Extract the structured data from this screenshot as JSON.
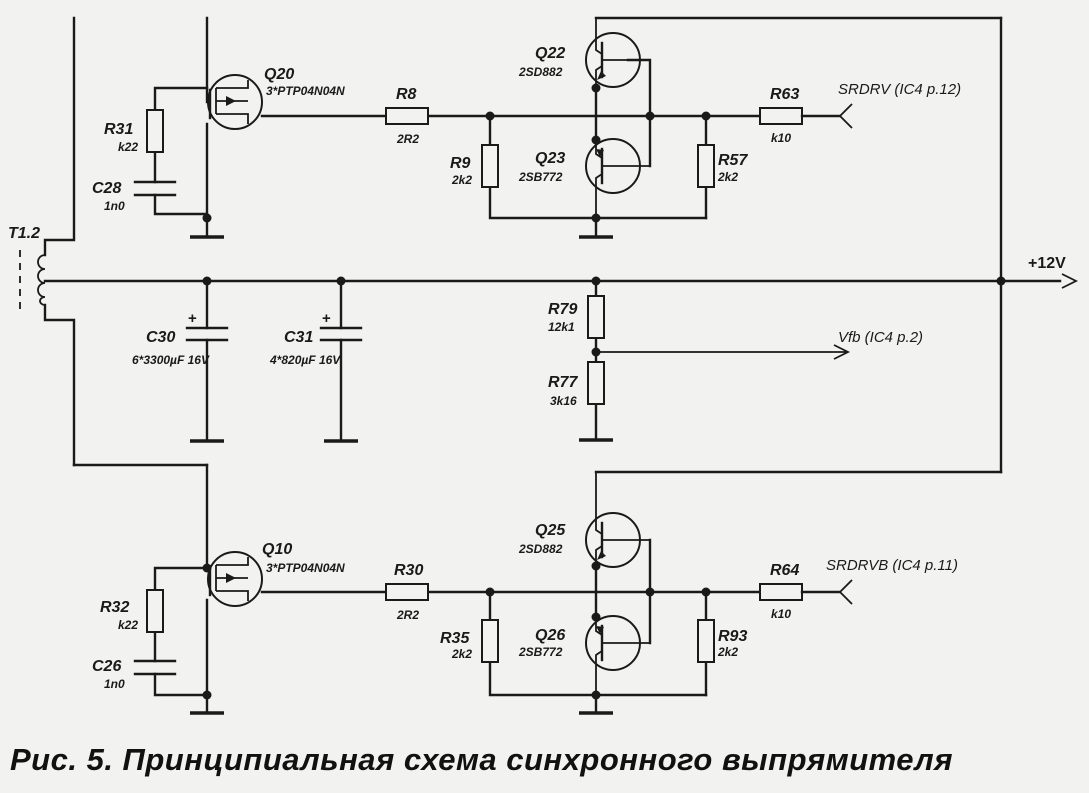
{
  "caption": "Рис. 5. Принципиальная схема синхронного выпрямителя",
  "transformer": {
    "ref": "T1.2"
  },
  "rail_label": "+12V",
  "top": {
    "mosfet": {
      "ref": "Q20",
      "part": "3*PTP04N04N"
    },
    "gate_r": {
      "ref": "R31",
      "value": "k22"
    },
    "gate_c": {
      "ref": "C28",
      "value": "1n0"
    },
    "series_r": {
      "ref": "R8",
      "value": "2R2"
    },
    "pull_r_left": {
      "ref": "R9",
      "value": "2k2"
    },
    "npn": {
      "ref": "Q22",
      "part": "2SD882"
    },
    "pnp": {
      "ref": "Q23",
      "part": "2SB772"
    },
    "pull_r_right": {
      "ref": "R57",
      "value": "2k2"
    },
    "input_r": {
      "ref": "R63",
      "value": "k10"
    },
    "signal": "SRDRV (IC4 p.12)"
  },
  "bottom": {
    "mosfet": {
      "ref": "Q10",
      "part": "3*PTP04N04N"
    },
    "gate_r": {
      "ref": "R32",
      "value": "k22"
    },
    "gate_c": {
      "ref": "C26",
      "value": "1n0"
    },
    "series_r": {
      "ref": "R30",
      "value": "2R2"
    },
    "pull_r_left": {
      "ref": "R35",
      "value": "2k2"
    },
    "npn": {
      "ref": "Q25",
      "part": "2SD882"
    },
    "pnp": {
      "ref": "Q26",
      "part": "2SB772"
    },
    "pull_r_right": {
      "ref": "R93",
      "value": "2k2"
    },
    "input_r": {
      "ref": "R64",
      "value": "k10"
    },
    "signal": "SRDRVB (IC4 p.11)"
  },
  "filter": {
    "c1": {
      "ref": "C30",
      "value": "6*3300µF 16V"
    },
    "c2": {
      "ref": "C31",
      "value": "4*820µF 16V"
    },
    "polarity": "+"
  },
  "divider": {
    "r_top": {
      "ref": "R79",
      "value": "12k1"
    },
    "r_bottom": {
      "ref": "R77",
      "value": "3k16"
    },
    "signal": "Vfb (IC4 p.2)"
  }
}
